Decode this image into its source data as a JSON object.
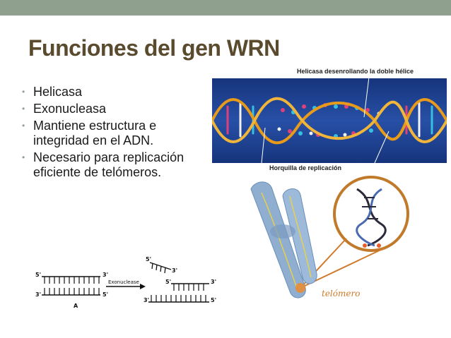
{
  "slide": {
    "title": "Funciones del gen WRN",
    "bullets": [
      "Helicasa",
      "Exonucleasa",
      "Mantiene estructura e integridad en el ADN.",
      "Necesario para replicación eficiente de telómeros."
    ]
  },
  "helicase_figure": {
    "top_caption": "Helicasa desenrollando la doble hélice",
    "bottom_caption": "Horquilla de replicación"
  },
  "exonuclease_figure": {
    "label": "Exonuclease",
    "five_prime": "5'",
    "three_prime": "3'",
    "marker": "A"
  },
  "chromosome_figure": {
    "label": "telómero"
  },
  "colors": {
    "topbar": "#8fa08f",
    "title": "#5a4a2e",
    "dna_background": "#1c3f8f"
  }
}
